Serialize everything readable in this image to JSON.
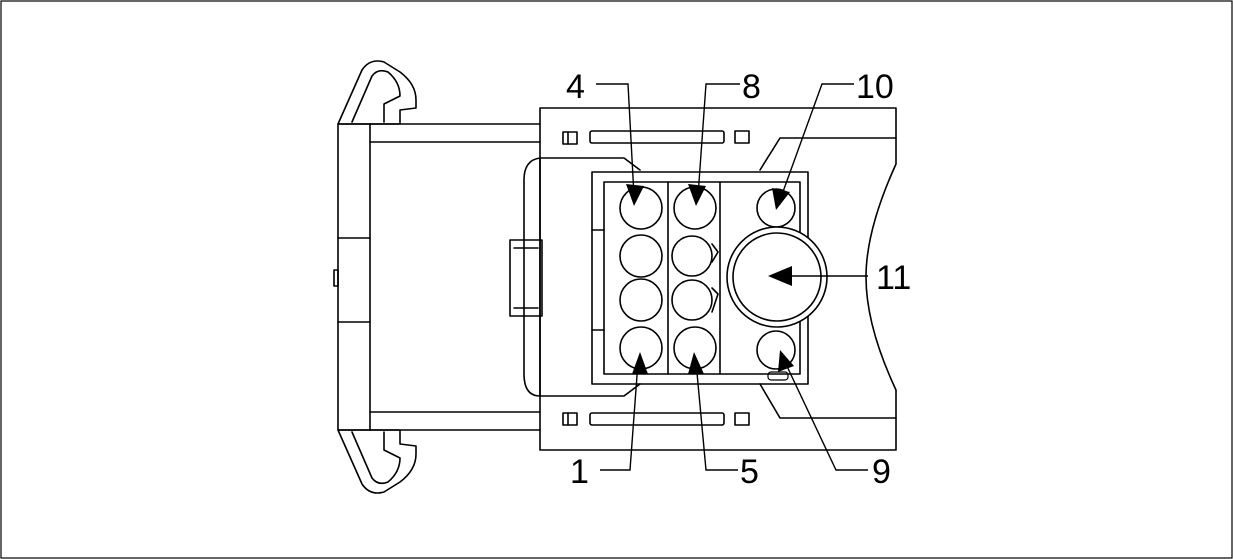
{
  "pins": {
    "p1": "1",
    "p4": "4",
    "p5": "5",
    "p8": "8",
    "p9": "9",
    "p10": "10",
    "p11": "11"
  }
}
